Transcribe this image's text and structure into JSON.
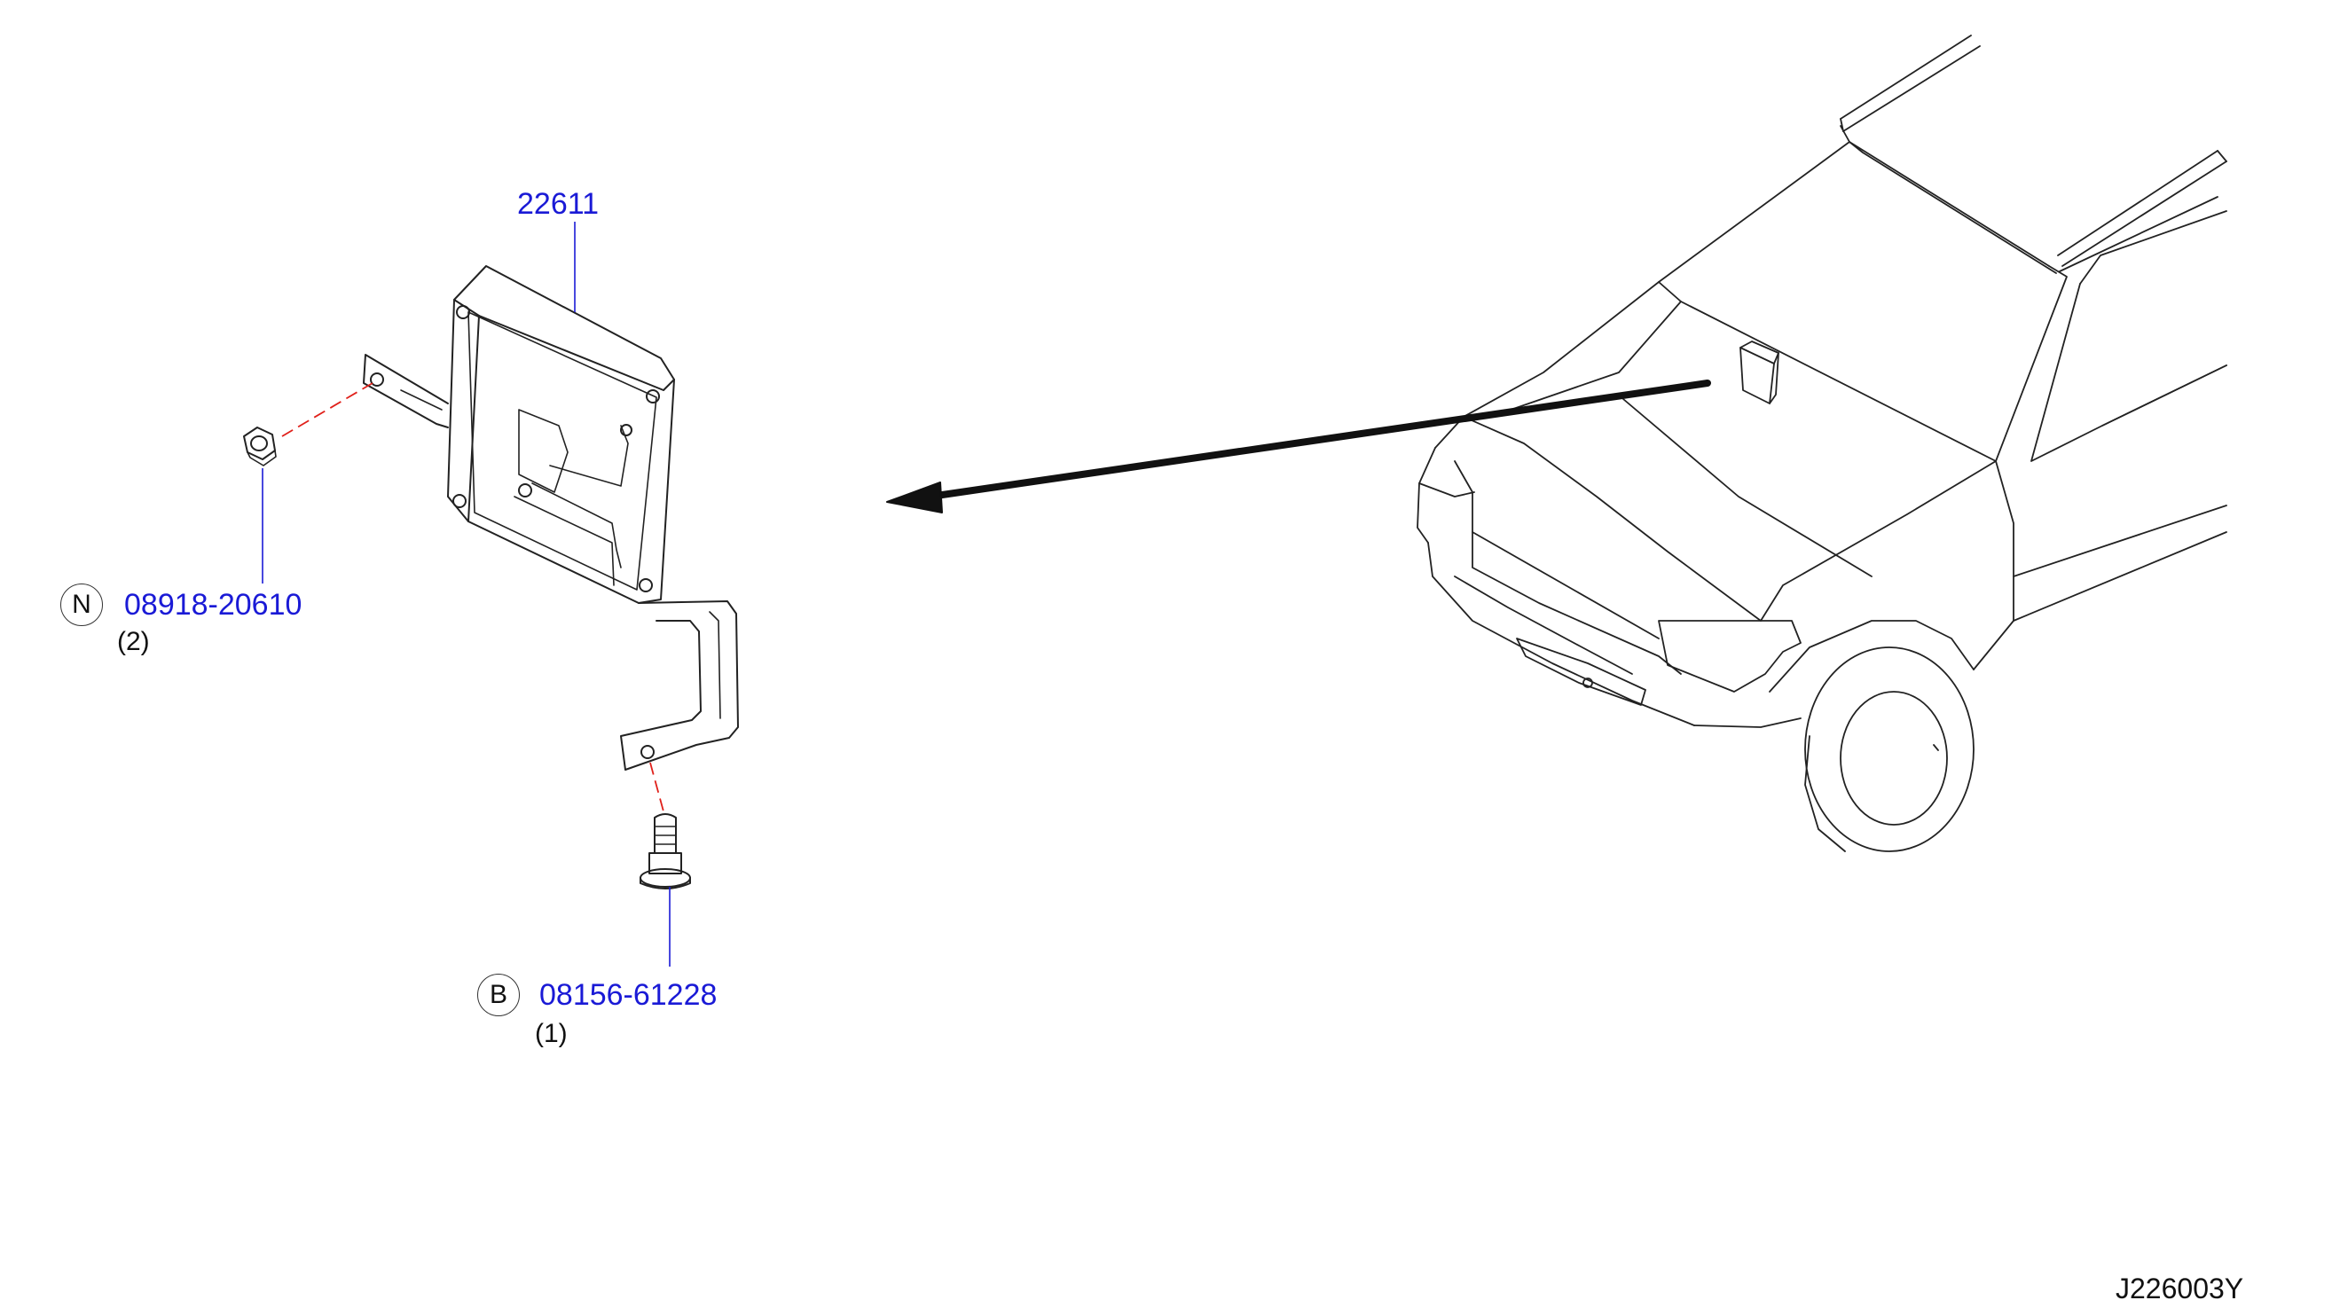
{
  "diagram": {
    "drawing_code": "J226003Y",
    "parts": [
      {
        "part_number": "22611",
        "symbol": "",
        "quantity": ""
      },
      {
        "part_number": "08918-20610",
        "symbol": "N",
        "quantity": "(2)"
      },
      {
        "part_number": "08156-61228",
        "symbol": "B",
        "quantity": "(1)"
      }
    ],
    "colors": {
      "leader_line": "#1a1ad6",
      "dash_line": "#e0201a",
      "drawing_line": "#222222"
    }
  }
}
